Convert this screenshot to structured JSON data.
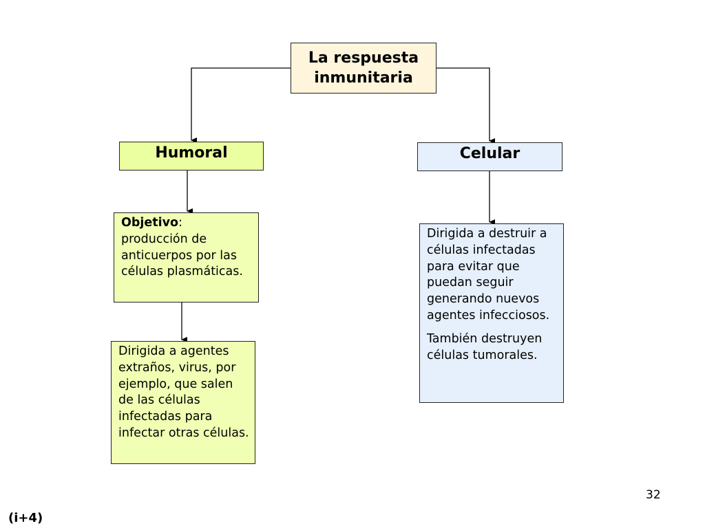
{
  "root": {
    "line1": "La respuesta",
    "line2": "inmunitaria"
  },
  "humoral": {
    "title": "Humoral",
    "objetivo_label": "Objetivo",
    "objetivo_colon": ":",
    "objetivo_text": "producción de anticuerpos por las células plasmáticas.",
    "description": "Dirigida a agentes extraños, virus, por ejemplo, que salen de las células infectadas para infectar otras células."
  },
  "celular": {
    "title": "Celular",
    "description_p1": "Dirigida a destruir a células infectadas para evitar que puedan seguir generando nuevos agentes infecciosos.",
    "description_p2": "También destruyen células tumorales."
  },
  "page_number": "32",
  "footer_label": "(i+4)",
  "colors": {
    "root_fill": "#fff5dc",
    "humoral_fill": "#ebfea0",
    "humoral_text_fill": "#f0ffb4",
    "celular_fill": "#e6f0fc"
  }
}
